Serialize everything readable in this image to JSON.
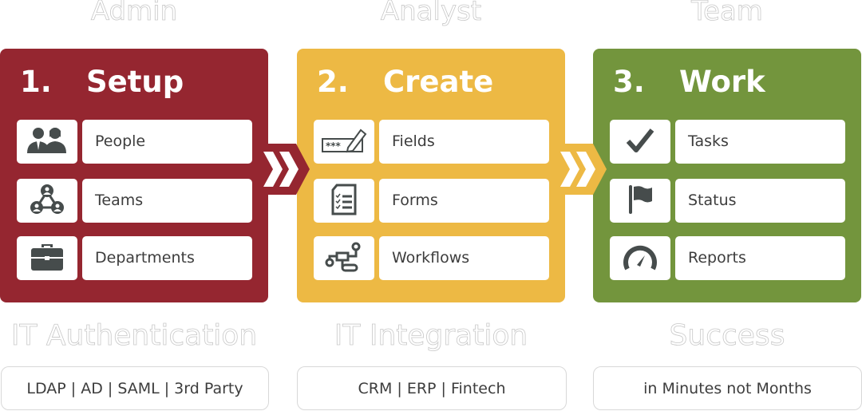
{
  "roles": [
    "Admin",
    "Analyst",
    "Team"
  ],
  "colors": {
    "setup": "#952630",
    "create": "#edb944",
    "work": "#73953d",
    "icon": "#464c4c",
    "text": "#3d3d3d"
  },
  "panels": [
    {
      "number": "1.",
      "title": "Setup",
      "items": [
        {
          "label": "People",
          "icon": "people-icon"
        },
        {
          "label": "Teams",
          "icon": "teams-icon"
        },
        {
          "label": "Departments",
          "icon": "briefcase-icon"
        }
      ]
    },
    {
      "number": "2.",
      "title": "Create",
      "items": [
        {
          "label": "Fields",
          "icon": "password-field-pencil-icon"
        },
        {
          "label": "Forms",
          "icon": "form-checklist-icon"
        },
        {
          "label": "Workflows",
          "icon": "workflow-icon"
        }
      ]
    },
    {
      "number": "3.",
      "title": "Work",
      "items": [
        {
          "label": "Tasks",
          "icon": "checkmark-icon"
        },
        {
          "label": "Status",
          "icon": "flag-icon"
        },
        {
          "label": "Reports",
          "icon": "gauge-icon"
        }
      ]
    }
  ],
  "bottom": [
    {
      "heading": "IT Authentication",
      "text": "LDAP | AD | SAML | 3rd Party"
    },
    {
      "heading": "IT Integration",
      "text": "CRM | ERP | Fintech"
    },
    {
      "heading": "Success",
      "text": "in Minutes not Months"
    }
  ]
}
